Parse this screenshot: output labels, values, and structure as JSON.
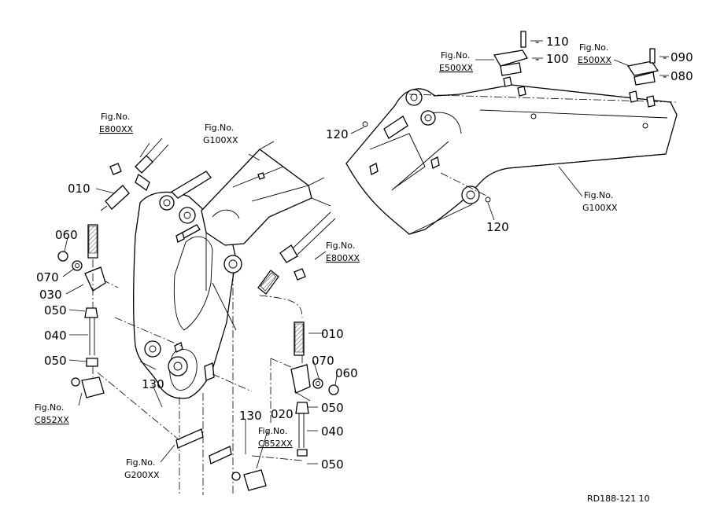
{
  "callouts": {
    "c010a": "010",
    "c060a": "060",
    "c070a": "070",
    "c030": "030",
    "c050a": "050",
    "c040a": "040",
    "c050b": "050",
    "c130a": "130",
    "c130b": "130",
    "c010b": "010",
    "c070b": "070",
    "c060b": "060",
    "c020": "020",
    "c050c": "050",
    "c040b": "040",
    "c050d": "050",
    "c110": "110",
    "c100": "100",
    "c090": "090",
    "c080": "080",
    "c120a": "120",
    "c120b": "120"
  },
  "figures": {
    "label": "Fig.No.",
    "e800_top": "E800XX",
    "g100_top": "G100XX",
    "e800_mid": "E800XX",
    "c852_left": "C852XX",
    "c852_mid": "C852XX",
    "g200": "G200XX",
    "e500_a": "E500XX",
    "e500_b": "E500XX",
    "g100_right": "G100XX"
  },
  "reference": "RD188-121 10"
}
